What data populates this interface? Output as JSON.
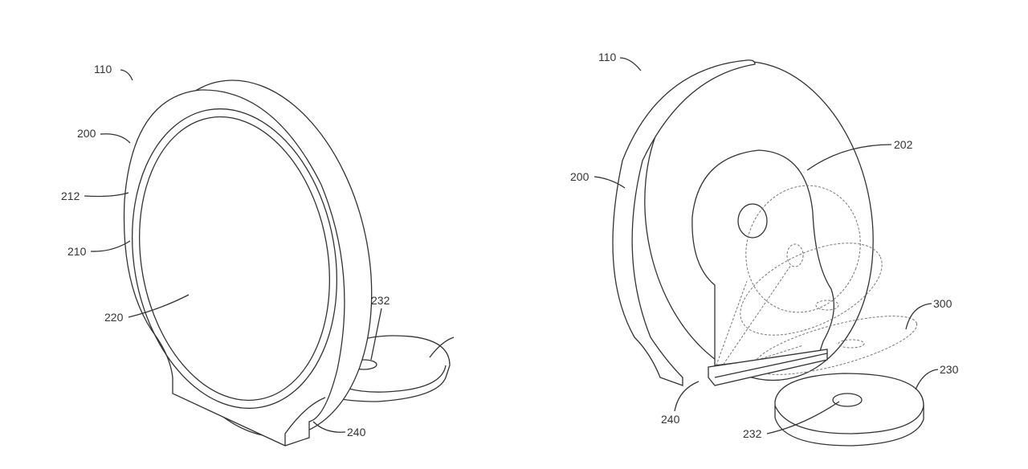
{
  "figures": [
    {
      "name": "left-view",
      "labels": {
        "l110": "110",
        "l200": "200",
        "l212": "212",
        "l210": "210",
        "l220": "220",
        "l232": "232",
        "l240": "240"
      }
    },
    {
      "name": "right-view",
      "labels": {
        "l110": "110",
        "l200": "200",
        "l202": "202",
        "l300": "300",
        "l230": "230",
        "l240": "240",
        "l232": "232"
      }
    }
  ]
}
